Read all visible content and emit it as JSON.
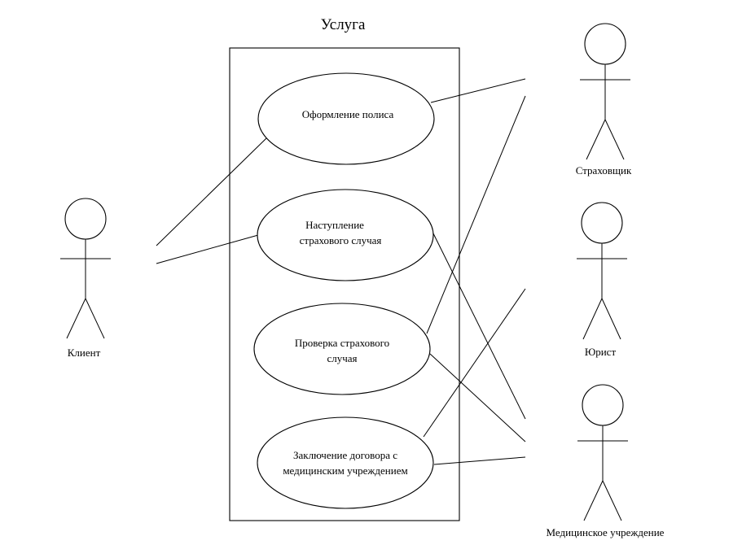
{
  "diagram": {
    "system_title": "Услуга",
    "use_cases": [
      {
        "id": "uc1",
        "lines": [
          "Оформление полиса"
        ]
      },
      {
        "id": "uc2",
        "lines": [
          "Наступление",
          "страхового случая"
        ]
      },
      {
        "id": "uc3",
        "lines": [
          "Проверка страхового",
          "случая"
        ]
      },
      {
        "id": "uc4",
        "lines": [
          "Заключение договора с",
          "медицинским учреждением"
        ]
      }
    ],
    "actors": [
      {
        "id": "client",
        "label": "Клиент"
      },
      {
        "id": "insurer",
        "label": "Страховщик"
      },
      {
        "id": "lawyer",
        "label": "Юрист"
      },
      {
        "id": "medical",
        "label": "Медицинское учреждение"
      }
    ],
    "associations": [
      [
        "client",
        "uc1"
      ],
      [
        "client",
        "uc2"
      ],
      [
        "insurer",
        "uc1"
      ],
      [
        "insurer",
        "uc3"
      ],
      [
        "lawyer",
        "uc4"
      ],
      [
        "medical",
        "uc2"
      ],
      [
        "medical",
        "uc3"
      ],
      [
        "medical",
        "uc4"
      ]
    ],
    "colors": {
      "stroke": "#000000",
      "background": "#ffffff"
    }
  }
}
